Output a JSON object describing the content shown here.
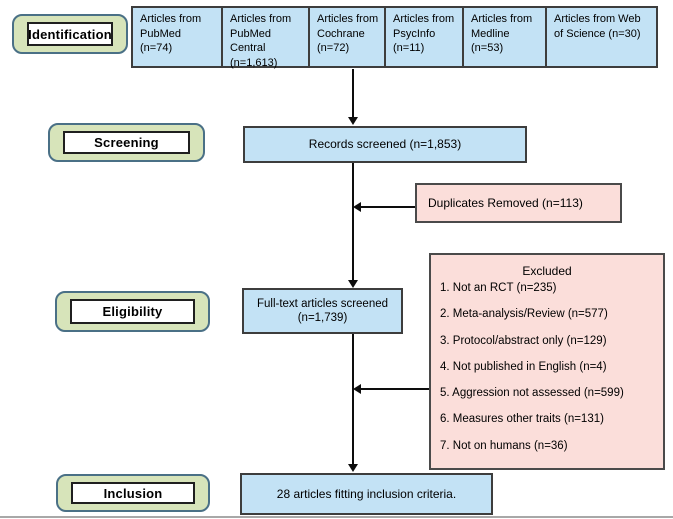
{
  "stages": {
    "identification": "Identification",
    "screening": "Screening",
    "eligibility": "Eligibility",
    "inclusion": "Inclusion"
  },
  "sources": [
    "Articles from PubMed (n=74)",
    "Articles from PubMed Central (n=1,613)",
    "Articles from Cochrane (n=72)",
    "Articles from PsycInfo (n=11)",
    "Articles from Medline (n=53)",
    "Articles from Web of Science (n=30)"
  ],
  "flow": {
    "records_screened": "Records screened (n=1,853)",
    "duplicates_removed": "Duplicates Removed (n=113)",
    "fulltext_line1": "Full-text articles screened",
    "fulltext_line2": "(n=1,739)",
    "included": "28 articles fitting inclusion criteria."
  },
  "excluded": {
    "title": "Excluded",
    "items": [
      "1. Not an RCT (n=235)",
      "2. Meta-analysis/Review (n=577)",
      "3. Protocol/abstract only (n=129)",
      "4. Not published in English (n=4)",
      "5. Aggression not assessed (n=599)",
      "6. Measures other traits (n=131)",
      "7. Not on humans (n=36)"
    ]
  },
  "colors": {
    "source_box_fill": "#c3e2f5",
    "exclusion_box_fill": "#fbdeda",
    "stage_label_fill": "#d7e4ba",
    "stage_label_border": "#4a7086",
    "box_border": "#3d3d3d",
    "arrow": "#0d0d0d"
  }
}
